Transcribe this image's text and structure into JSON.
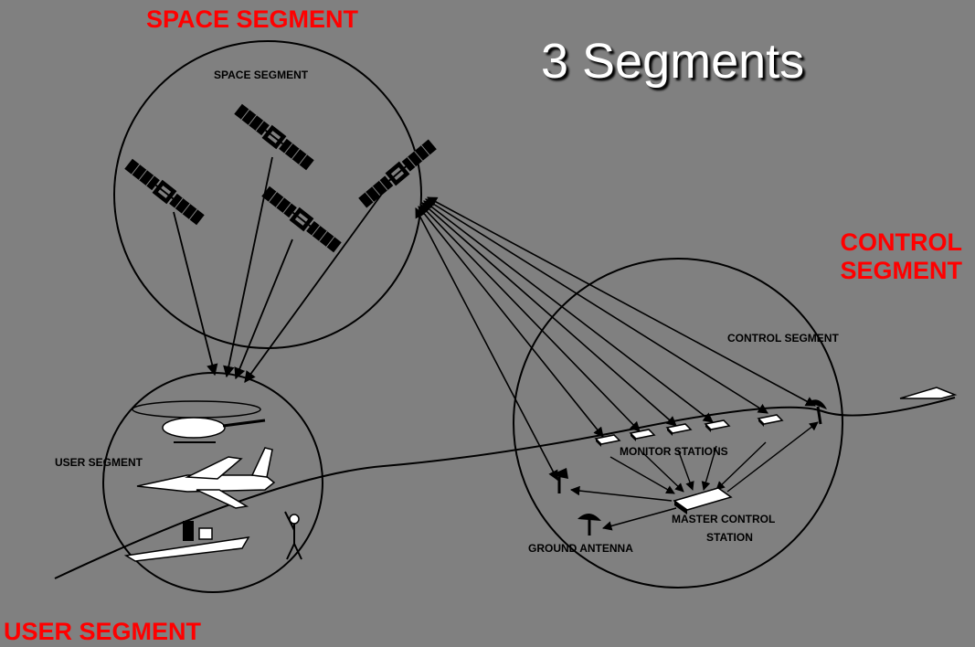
{
  "slide": {
    "title": "3 Segments",
    "background_color": "#808080",
    "label_color": "#ff0000"
  },
  "labels": {
    "space_segment": "SPACE SEGMENT",
    "control_segment_line1": "CONTROL",
    "control_segment_line2": "SEGMENT",
    "user_segment": "USER SEGMENT"
  },
  "diagram": {
    "space_circle_label": "SPACE SEGMENT",
    "control_circle_label": "CONTROL SEGMENT",
    "user_circle_label": "USER SEGMENT",
    "monitor_stations": "MONITOR STATIONS",
    "master_control_line1": "MASTER CONTROL",
    "master_control_line2": "STATION",
    "ground_antenna": "GROUND ANTENNA",
    "icons": [
      "satellite-icon",
      "helicopter-icon",
      "airplane-icon",
      "ship-icon",
      "person-icon",
      "monitor-station-icon",
      "master-control-station-icon",
      "ground-antenna-icon",
      "dish-antenna-icon",
      "aircraft-icon"
    ]
  }
}
